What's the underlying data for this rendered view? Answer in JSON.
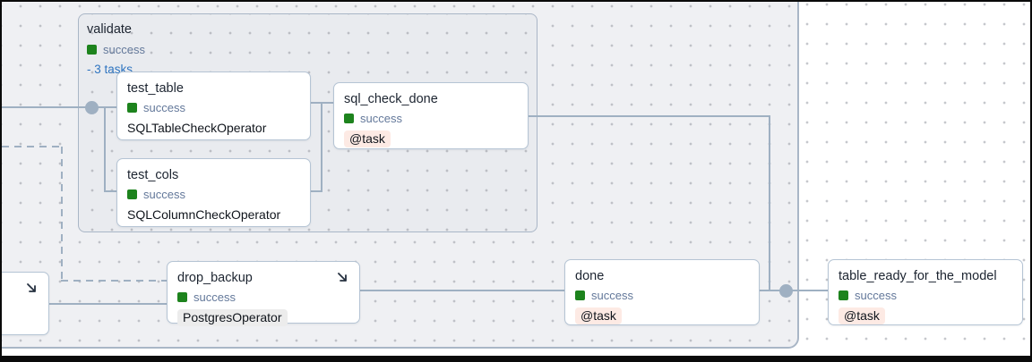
{
  "graph": {
    "group": {
      "title": "validate",
      "status": "success",
      "tasks_toggle": "- 3 tasks"
    },
    "nodes": {
      "test_table": {
        "title": "test_table",
        "status": "success",
        "operator": "SQLTableCheckOperator"
      },
      "test_cols": {
        "title": "test_cols",
        "status": "success",
        "operator": "SQLColumnCheckOperator"
      },
      "sql_check_done": {
        "title": "sql_check_done",
        "status": "success",
        "operator": "@task"
      },
      "drop_backup": {
        "title": "drop_backup",
        "status": "success",
        "operator": "PostgresOperator"
      },
      "done": {
        "title": "done",
        "status": "success",
        "operator": "@task"
      },
      "table_ready_for_the_model": {
        "title": "table_ready_for_the_model",
        "status": "success",
        "operator": "@task"
      }
    },
    "icons": {
      "clipped_node_arrow": "arrow-down-right-icon",
      "drop_backup_arrow": "arrow-down-right-icon"
    },
    "colors": {
      "success_green": "#1d831d",
      "edge_gray_blue": "#9fb0c2",
      "link_blue": "#2e74c0",
      "task_badge_bg": "#fdeae4",
      "operator_badge_bg": "#ececec",
      "node_border": "#b5c4d4",
      "group_border": "#a9b6c6",
      "group_bg": "#e9ebef",
      "container_bg": "#eff0f3",
      "canvas_bg": "#ffffff"
    }
  }
}
